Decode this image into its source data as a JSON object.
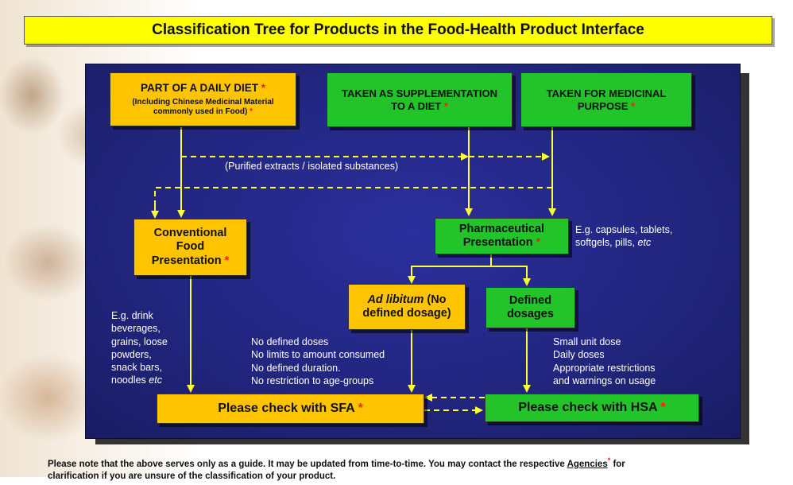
{
  "title": "Classification Tree for Products in the Food-Health Product Interface",
  "boxes": {
    "daily_diet": {
      "line1": "PART OF A DAILY DIET",
      "sub": "(Including Chinese Medicinal Material commonly used in Food)"
    },
    "supplementation": {
      "text": "TAKEN AS SUPPLEMENTATION TO A DIET"
    },
    "medicinal": {
      "text": "TAKEN FOR MEDICINAL PURPOSE"
    },
    "conventional": {
      "text": "Conventional Food Presentation"
    },
    "pharmaceutical": {
      "text": "Pharmaceutical Presentation"
    },
    "ad_libitum": {
      "italic": "Ad libitum",
      "rest": "(No defined dosage)"
    },
    "defined": {
      "text": "Defined dosages"
    },
    "sfa": {
      "text": "Please check with SFA"
    },
    "hsa": {
      "text": "Please check with HSA"
    }
  },
  "asterisk": "*",
  "notes": {
    "purified": "(Purified extracts / isolated substances)",
    "pharma_eg": [
      "E.g. capsules, tablets,",
      "softgels, pills,",
      "etc"
    ],
    "food_eg": [
      "E.g. drink",
      "beverages,",
      "grains, loose",
      "powders,",
      "snack bars,",
      "noodles",
      "etc"
    ],
    "ad_lib_list": [
      "No defined doses",
      "No limits to amount consumed",
      "No defined duration.",
      "No restriction to age-groups"
    ],
    "defined_list": [
      "Small unit dose",
      "Daily doses",
      "Appropriate restrictions",
      "and warnings on usage"
    ]
  },
  "footer": {
    "text1": "Please note that the above serves only as a guide. It may be updated from time-to-time. You may contact the respective",
    "agencies": "Agencies",
    "text2": "for",
    "text3": "clarification if you are unsure of the classification of your product."
  },
  "colors": {
    "panel": "#21257d",
    "orange_box": "#ffc400",
    "green_box": "#22c42a",
    "arrow": "#ffff33",
    "asterisk": "#ff1a1a",
    "title_bar": "#ffff00"
  }
}
